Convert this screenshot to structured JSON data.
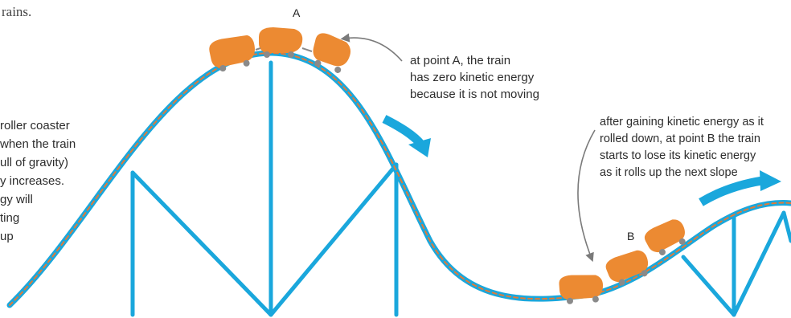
{
  "intro_fragment": "rains.",
  "side_text_lines": [
    "roller coaster",
    " when the train",
    "ull of gravity)",
    "y increases.",
    "gy will",
    "ting",
    "up"
  ],
  "point_a_label": "A",
  "point_b_label": "B",
  "callout_a_lines": [
    "at point A, the train",
    "has zero kinetic energy",
    "because it is not moving"
  ],
  "callout_b_lines": [
    "after gaining kinetic energy as it",
    "rolled down, at point B the train",
    "starts to lose its kinetic energy",
    "as it rolls up the next slope"
  ],
  "colors": {
    "track": "#1aa7dc",
    "track_stripe": "#e07b39",
    "car": "#ec8a32",
    "wheel": "#8a8a8a",
    "motion_arrow": "#1aa7dc",
    "callout_arrow": "#7a7a7a"
  }
}
